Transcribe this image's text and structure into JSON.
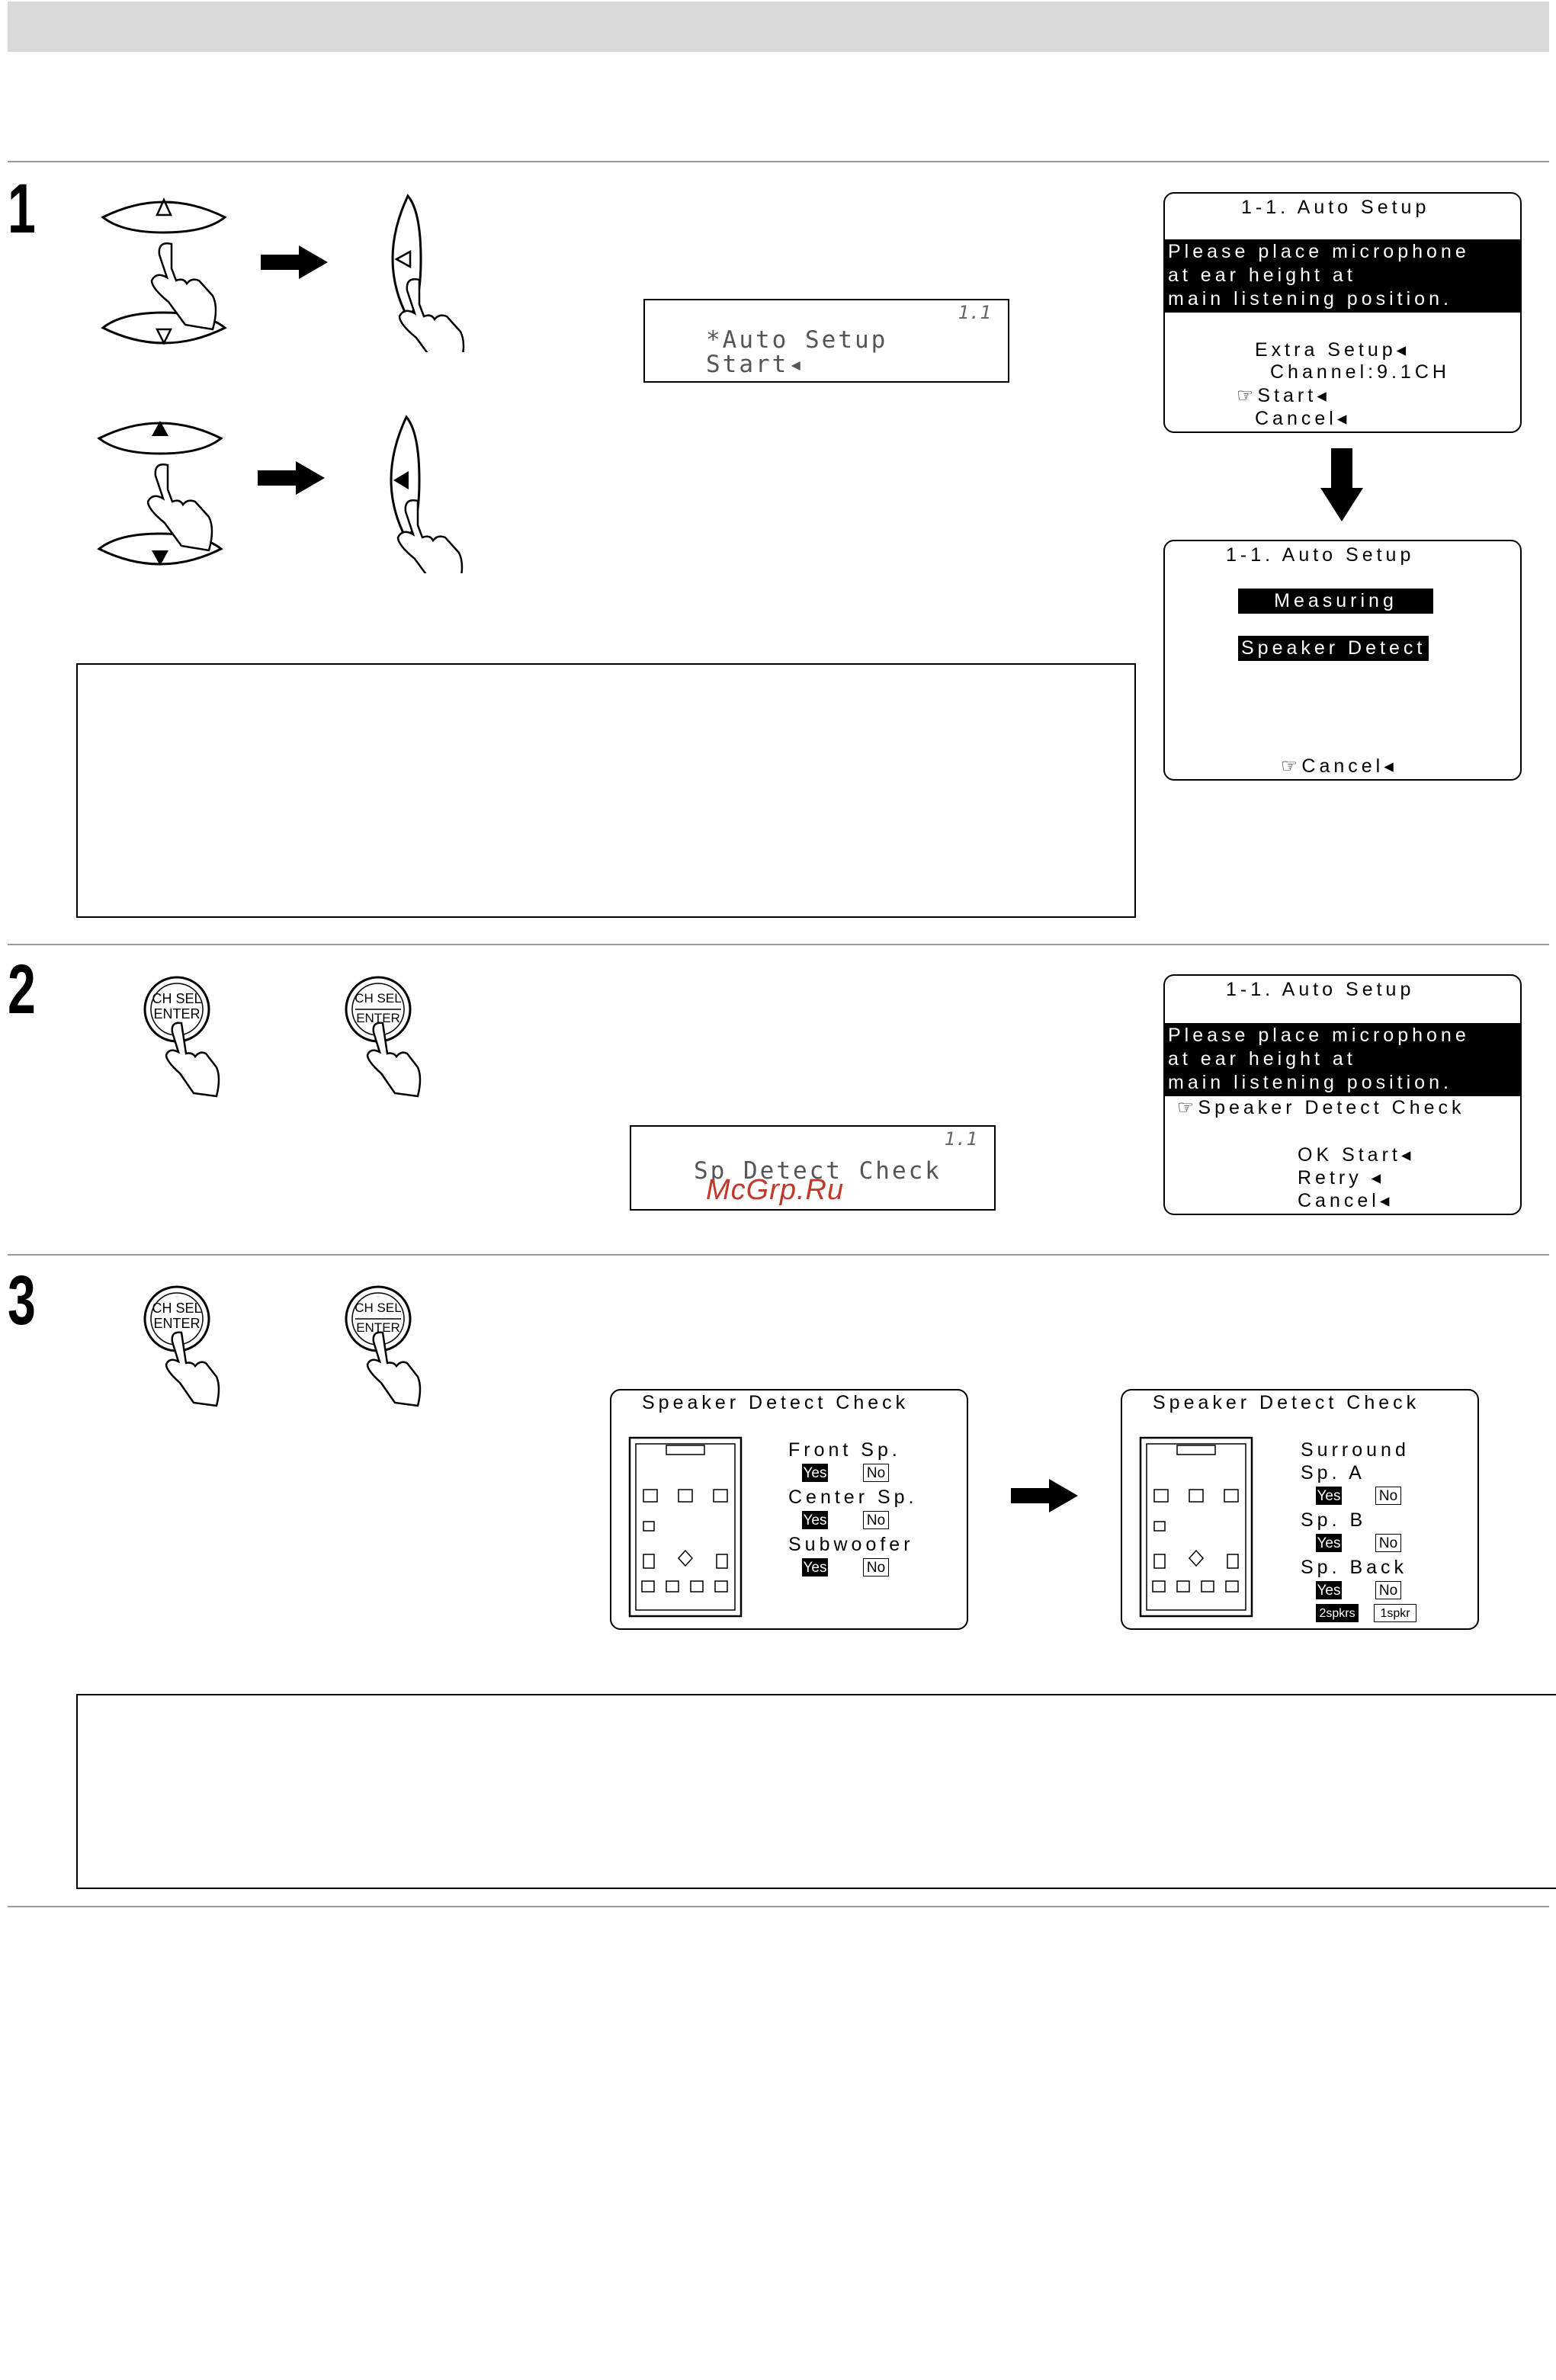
{
  "steps": [
    {
      "number": "1"
    },
    {
      "number": "2"
    },
    {
      "number": "3"
    }
  ],
  "buttons": {
    "ch_sel_line1": "CH SEL",
    "ch_sel_line2": "ENTER"
  },
  "step1": {
    "front_display": {
      "channel": "1.1",
      "line1": "*Auto Setup",
      "line2": "Start◂"
    },
    "osd_start": {
      "title": "1-1. Auto Setup",
      "msg1": "Please place microphone",
      "msg2": "at ear height at",
      "msg3": "main listening position.",
      "item1": "Extra Setup◂",
      "item2": "Channel:9.1CH",
      "item3": "☞Start◂",
      "item4": "Cancel◂"
    },
    "osd_measuring": {
      "title": "1-1. Auto Setup",
      "status1": "Measuring",
      "status2": "Speaker Detect",
      "cancel": "☞Cancel◂"
    }
  },
  "step2": {
    "front_display": {
      "channel": "1.1",
      "line1": "Sp Detect Check"
    },
    "watermark": "McGrp.Ru",
    "osd": {
      "title": "1-1. Auto Setup",
      "msg1": "Please place microphone",
      "msg2": "at ear height at",
      "msg3": "main listening position.",
      "item1": "☞Speaker Detect Check",
      "item2": "OK Start◂",
      "item3": "Retry ◂",
      "item4": "Cancel◂"
    }
  },
  "step3": {
    "check1": {
      "title": "Speaker Detect Check",
      "front": "Front Sp.",
      "center": "Center Sp.",
      "sub": "Subwoofer",
      "yes": "Yes",
      "no": "No"
    },
    "check2": {
      "title": "Speaker Detect Check",
      "surround1": "Surround",
      "surround2": "Sp. A",
      "spb": "Sp. B",
      "spback": "Sp. Back",
      "yes": "Yes",
      "no": "No",
      "two": "2spkrs",
      "one": "1spkr"
    }
  }
}
